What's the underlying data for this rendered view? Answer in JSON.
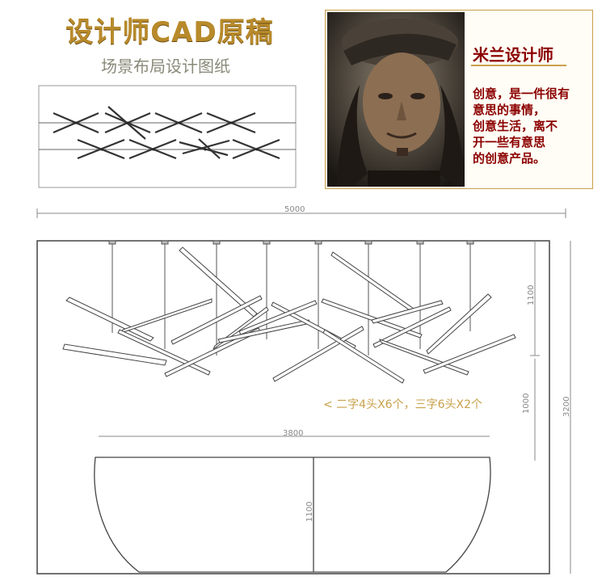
{
  "title": "设计师CAD原稿",
  "subtitle": "场景布局设计图纸",
  "designer": {
    "title": "米兰设计师",
    "quote_lines": [
      "创意，是一件很有",
      "意思的事情，",
      "创意生活，离不",
      "开一些有意思",
      "的创意产品。"
    ]
  },
  "dimensions": {
    "total_width": "5000",
    "upper_height": "1100",
    "mid_height": "1000",
    "total_height": "3200",
    "table_width": "3800",
    "table_height": "1100"
  },
  "note": "<   二字4头X6个，三字6头X2个"
}
